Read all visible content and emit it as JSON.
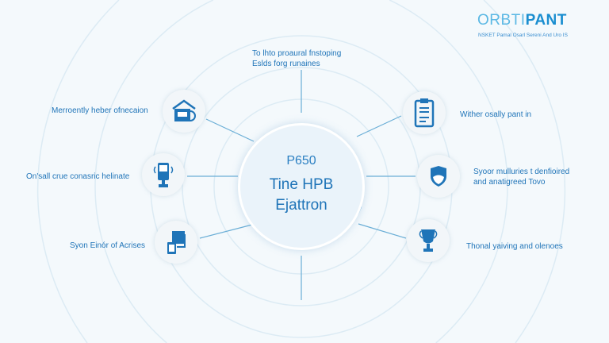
{
  "brand": {
    "name_light": "ORBTI",
    "name_bold": "PANT",
    "tagline": "NSKET Pamal Osarl Sereni And Uro IS"
  },
  "top_label": [
    "To lhto proaural fnstoping",
    "Eslds forg runaines"
  ],
  "center": {
    "code": "P650",
    "line1": "Tine HPB",
    "line2": "Ejattron"
  },
  "left_items": [
    {
      "label": "Merroently heber ofnecaion",
      "icon": "house-document-icon"
    },
    {
      "label": "On'sall crue conasric helinate",
      "icon": "mobile-device-icon"
    },
    {
      "label": "Syon Einór of Acrises",
      "icon": "documents-icon"
    }
  ],
  "right_items": [
    {
      "label": "Wither osally pant in",
      "icon": "clipboard-icon"
    },
    {
      "label": [
        "Syoor mulluries t denfioired",
        "and anatigreed Tovo"
      ],
      "icon": "shield-icon"
    },
    {
      "label": "Thonal yaiving and olenoes",
      "icon": "trophy-icon"
    }
  ],
  "colors": {
    "accent": "#1f74b8",
    "line": "#6aaed6"
  }
}
